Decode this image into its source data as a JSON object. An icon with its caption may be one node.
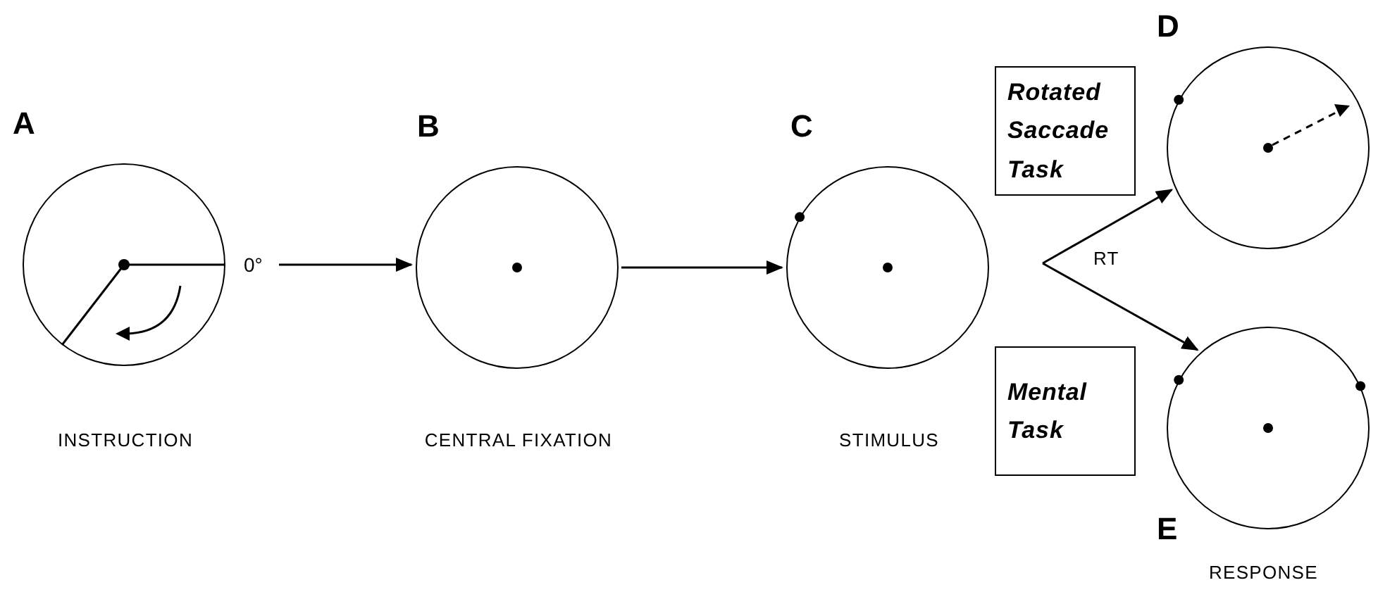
{
  "diagram": {
    "nodes": [
      {
        "text": [
          "A"
        ],
        "beside": [
          "0°",
          "INSTRUCTION"
        ]
      },
      {
        "text": [
          "B"
        ],
        "beside": [
          "CENTRAL FIXATION"
        ]
      },
      {
        "text": [
          "C"
        ],
        "beside": [
          "STIMULUS"
        ]
      },
      {
        "text": [
          "Rotated Saccade Task"
        ]
      },
      {
        "text": [
          "D"
        ]
      },
      {
        "text": [
          "Mental Task"
        ]
      },
      {
        "text": [
          "E"
        ]
      }
    ],
    "edges": [
      {
        "from": 0,
        "to": 1,
        "arrow": "to"
      },
      {
        "from": 1,
        "to": 2,
        "arrow": "to"
      },
      {
        "from": null,
        "to": 4,
        "arrow": "to"
      },
      {
        "from": null,
        "to": 6,
        "arrow": "to"
      }
    ],
    "labels": [
      "RT",
      "RESPONSE"
    ]
  }
}
